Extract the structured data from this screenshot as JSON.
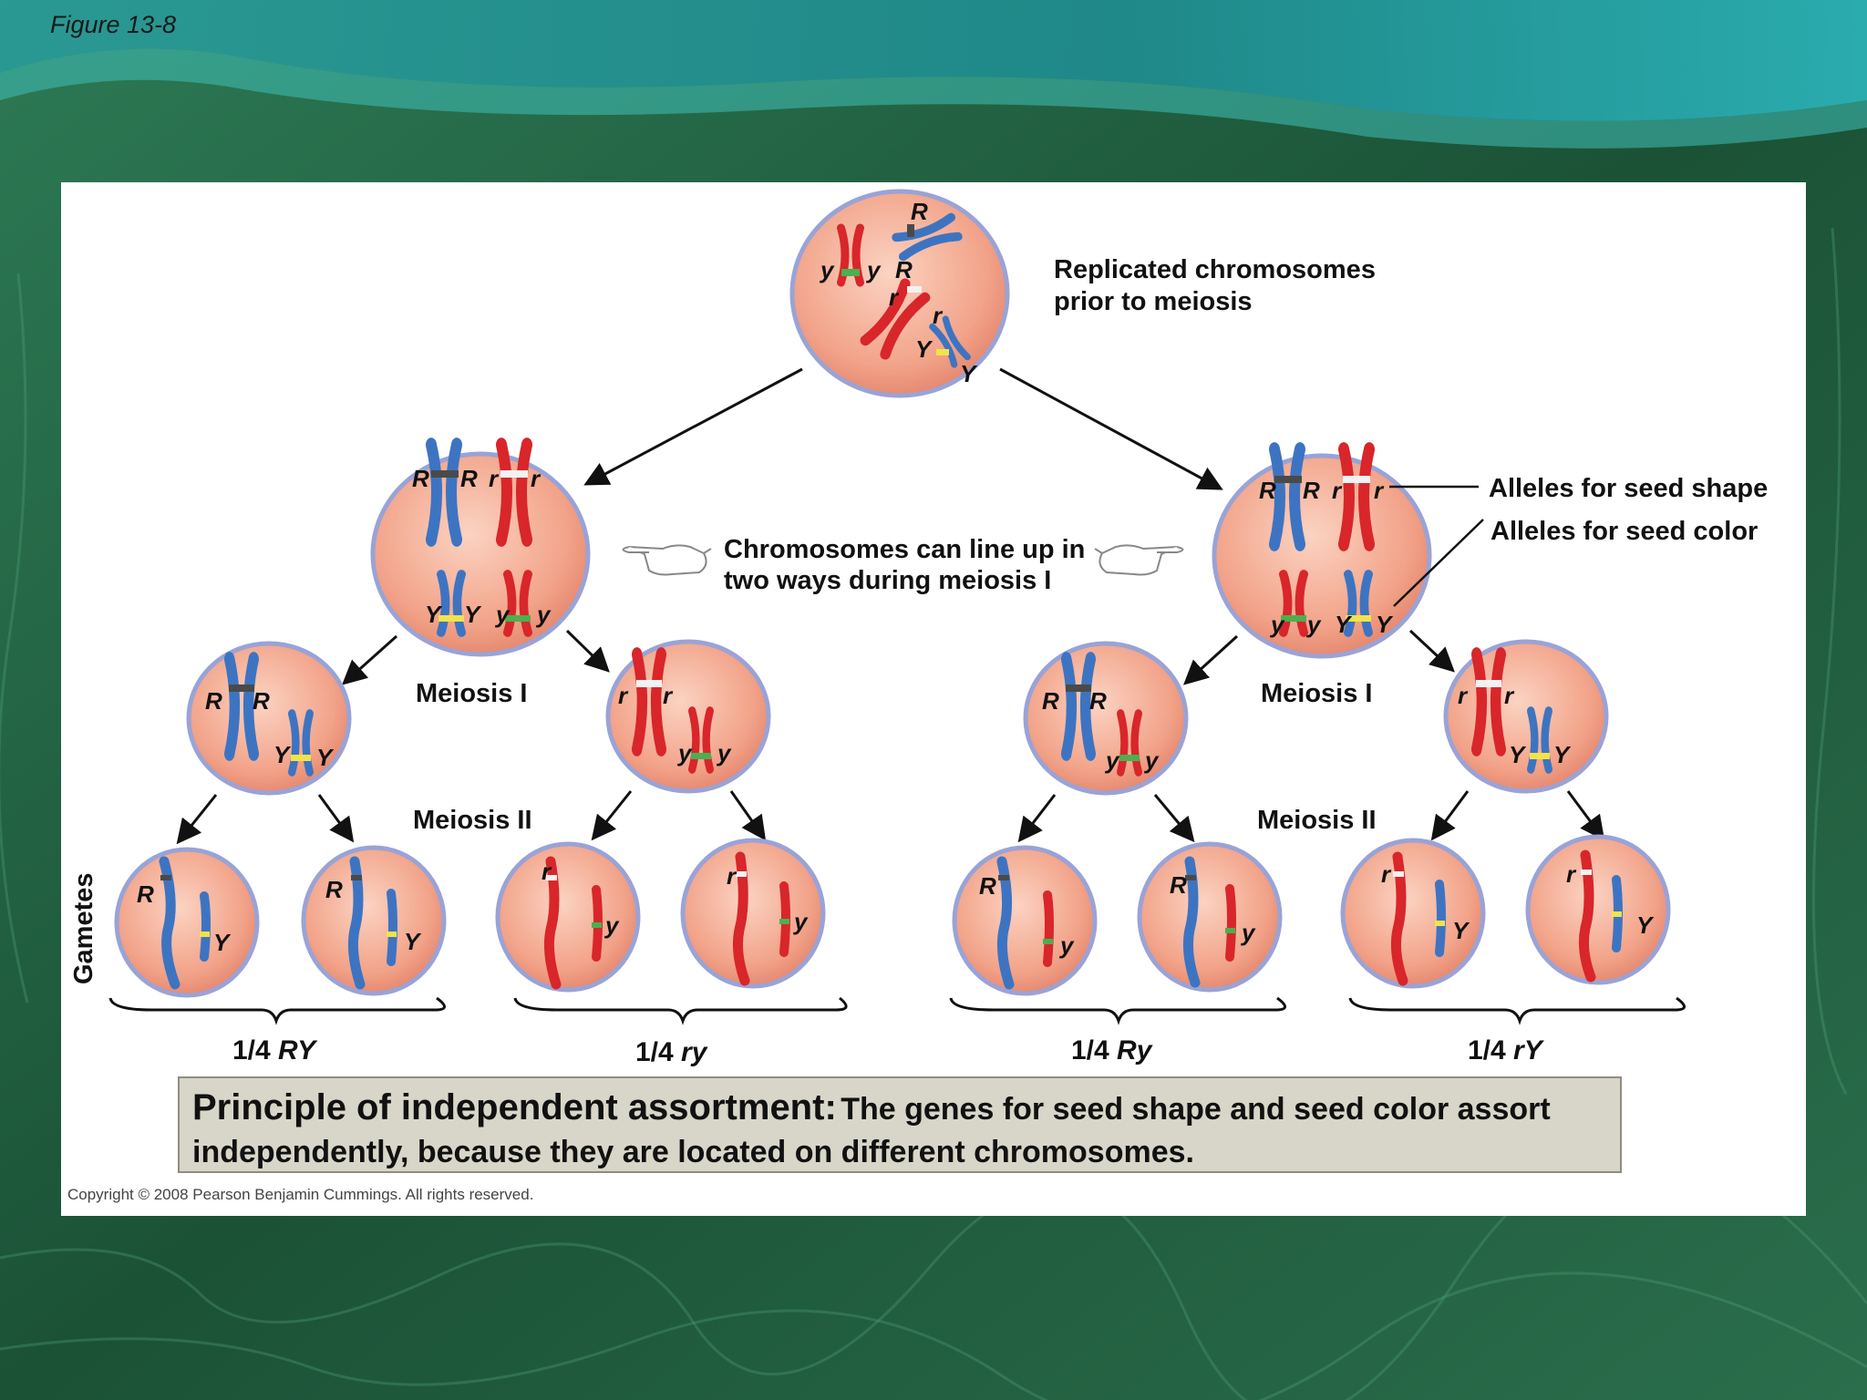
{
  "figure_label": "Figure 13-8",
  "title_top": [
    "Replicated chromosomes",
    "prior to meiosis"
  ],
  "middle_note": [
    "Chromosomes can line up in",
    "two ways during meiosis I"
  ],
  "right_labels": {
    "shape": "Alleles for seed shape",
    "color": "Alleles for seed color"
  },
  "stage_labels": {
    "meiosis1": "Meiosis I",
    "meiosis2": "Meiosis II",
    "gametes": "Gametes"
  },
  "fractions": [
    {
      "prefix": "1/4 ",
      "genotype": "RY"
    },
    {
      "prefix": "1/4 ",
      "genotype": "ry"
    },
    {
      "prefix": "1/4 ",
      "genotype": "Ry"
    },
    {
      "prefix": "1/4 ",
      "genotype": "rY"
    }
  ],
  "principle": {
    "heading": "Principle of independent assortment:",
    "body": "The genes for seed shape and seed color assort independently, because they are located on different chromosomes."
  },
  "copyright": "Copyright © 2008 Pearson Benjamin Cummings. All rights reserved.",
  "alleles": {
    "R": "R",
    "r": "r",
    "Y": "Y",
    "y": "y"
  },
  "colors": {
    "maternal": "#d8262a",
    "paternal": "#3d74c2",
    "cell": "#f4a58c",
    "band_shape_dom": "#4a4a4a",
    "band_shape_rec": "#f2f2f2",
    "band_color_dom": "#f2e34a",
    "band_color_rec": "#4caf50"
  }
}
